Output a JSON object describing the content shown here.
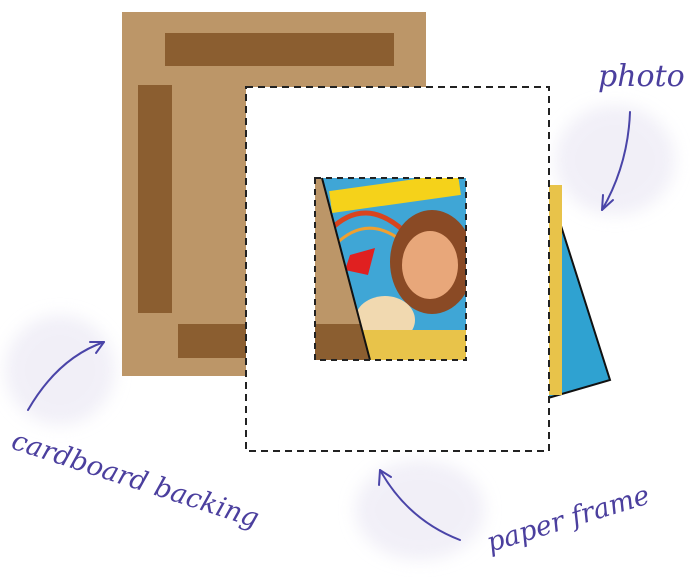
{
  "labels": {
    "photo": "photo",
    "cardboard_backing": "cardboard backing",
    "paper_frame": "paper frame"
  },
  "colors": {
    "cardboard": "#BC9668",
    "cardboard_strip": "#8B5E30",
    "frame_border": "#222222",
    "label_ink": "#4B3F9E",
    "arrow_ink": "#4A44A8",
    "smudge": "#D9D6EE",
    "photo_sky": "#3FA6D6",
    "photo_skin": "#E8A77A",
    "photo_hair": "#8A4A25",
    "photo_title": "#F5D21A"
  },
  "icons": {
    "arrow": "curved-arrow-icon",
    "photo": "photo-print-icon"
  }
}
